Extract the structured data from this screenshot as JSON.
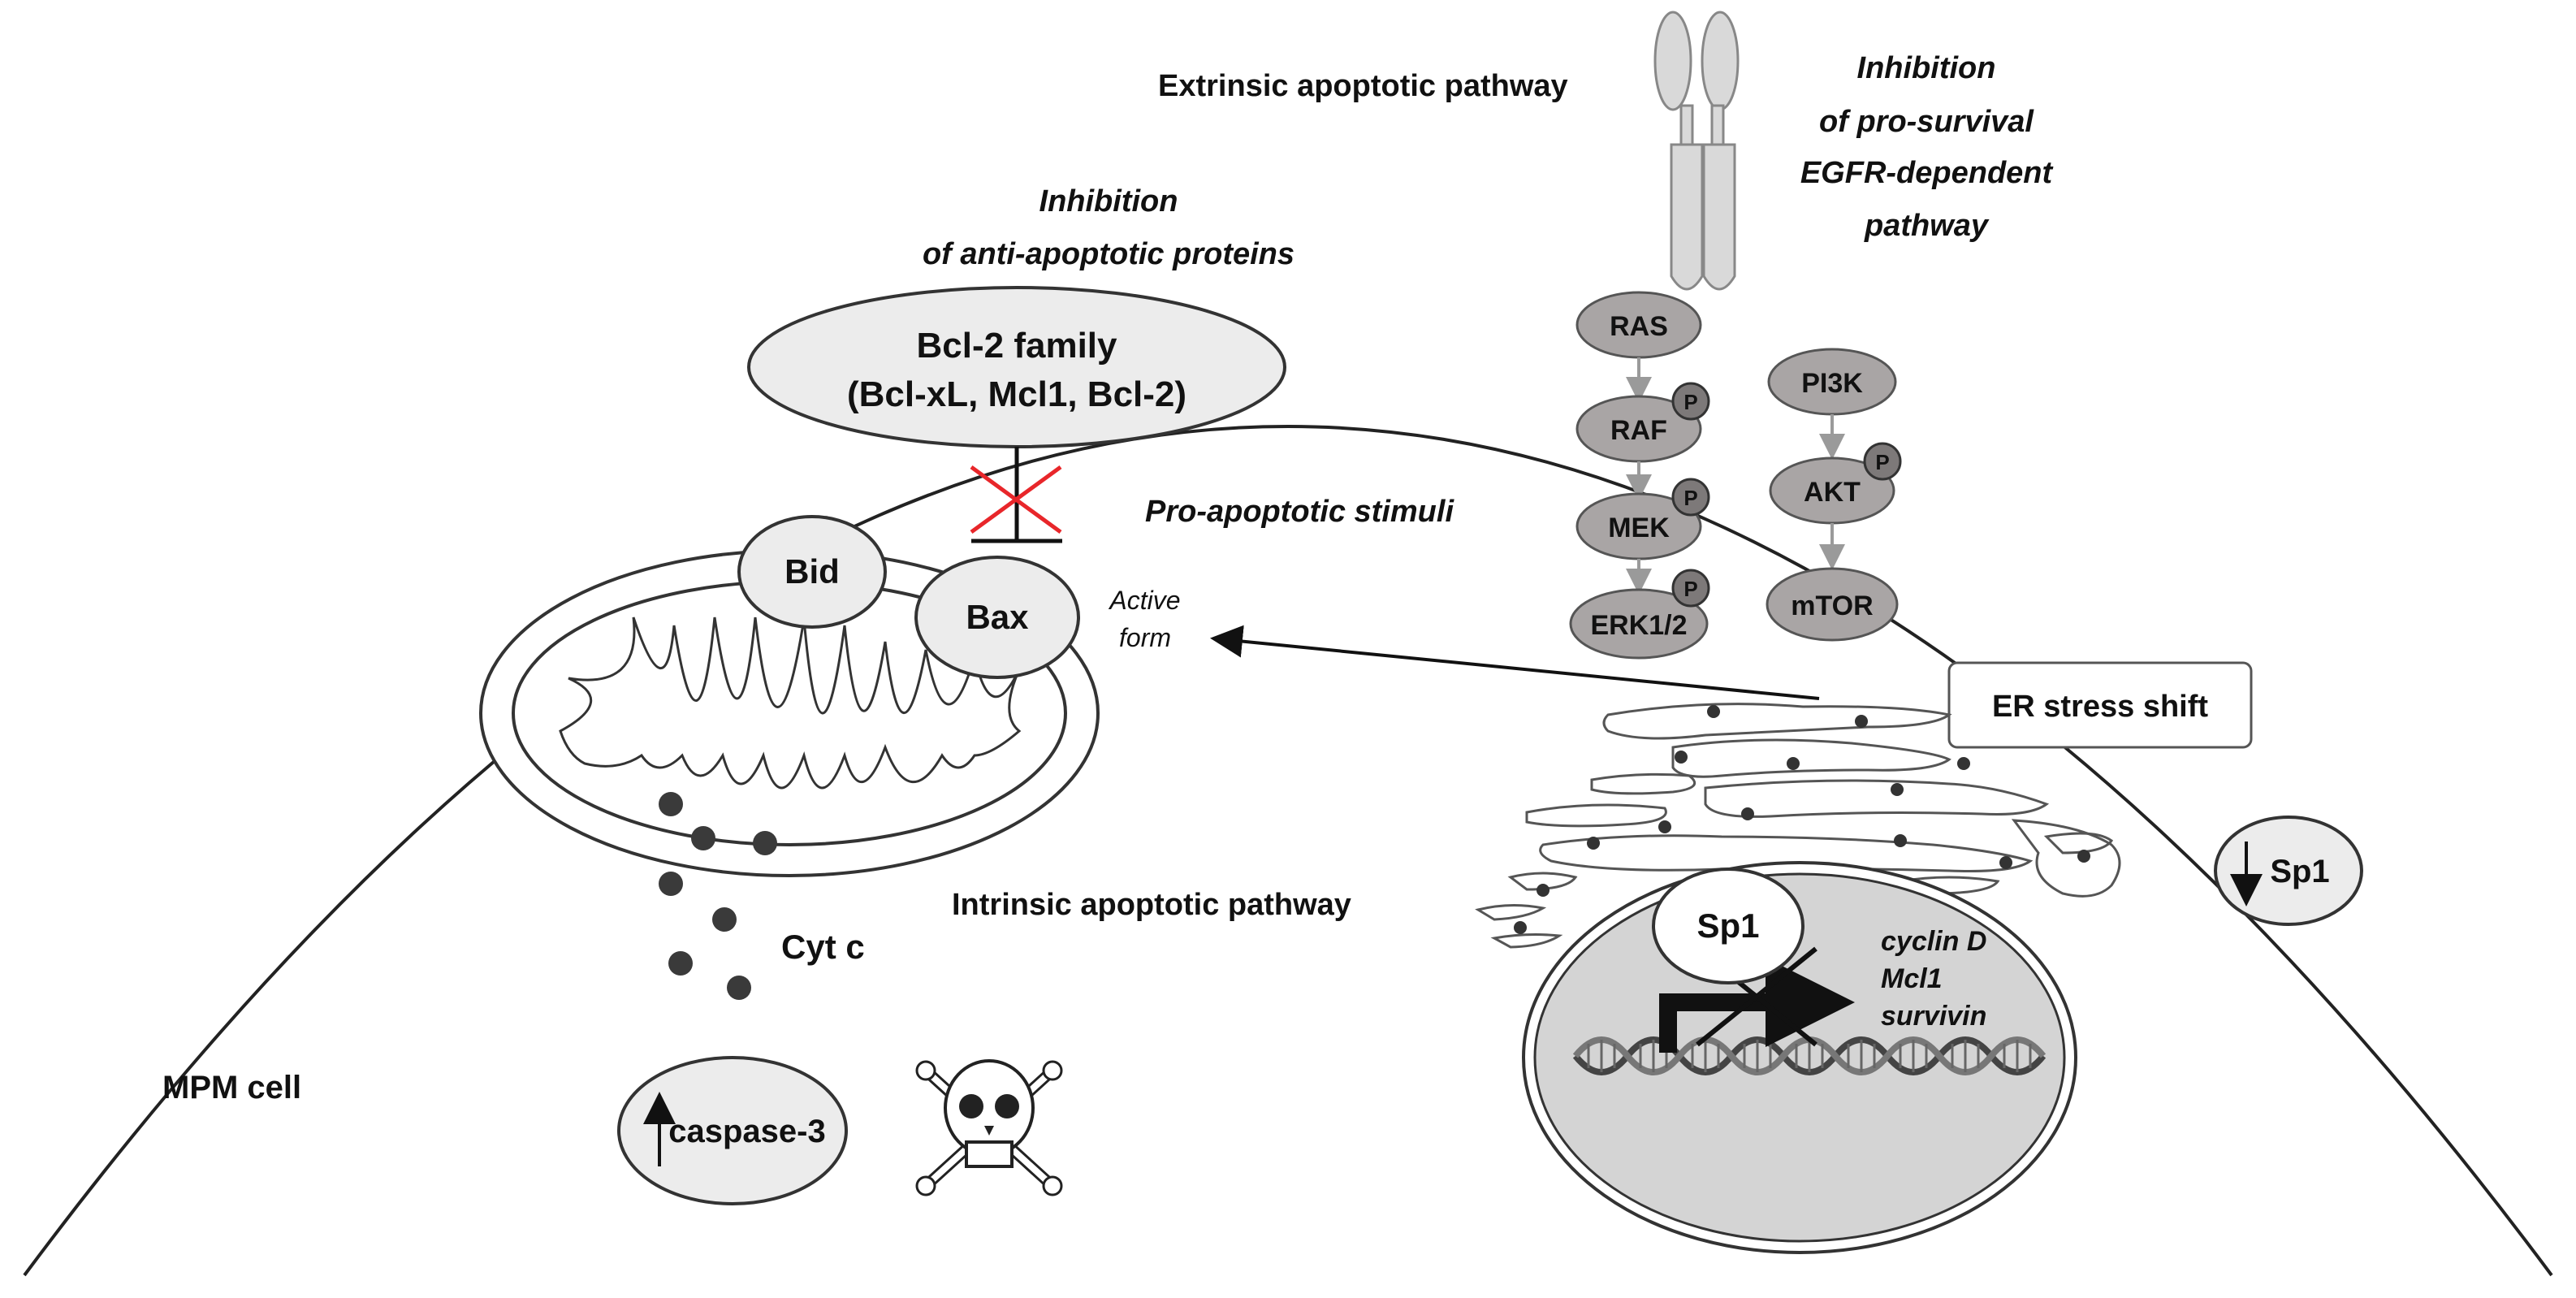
{
  "labels": {
    "extrinsic": "Extrinsic apoptotic pathway",
    "egfr_line1": "Inhibition",
    "egfr_line2": "of pro-survival",
    "egfr_line3": "EGFR-dependent",
    "egfr_line4": "pathway",
    "antiapop_line1": "Inhibition",
    "antiapop_line2": "of anti-apoptotic proteins",
    "bcl2_line1": "Bcl-2 family",
    "bcl2_line2": "(Bcl-xL, Mcl1, Bcl-2)",
    "pro_apoptotic": "Pro-apoptotic stimuli",
    "bid": "Bid",
    "bax": "Bax",
    "active_line1": "Active",
    "active_line2": "form",
    "intrinsic": "Intrinsic apoptotic pathway",
    "cytc": "Cyt c",
    "caspase": "caspase-3",
    "mpm_cell": "MPM cell",
    "er_stress": "ER stress shift",
    "sp1_side": "Sp1",
    "sp1_nucleus": "Sp1",
    "gene1": "cyclin D",
    "gene2": "Mcl1",
    "gene3": "survivin"
  },
  "kinases": {
    "ras": "RAS",
    "raf": "RAF",
    "mek": "MEK",
    "erk": "ERK1/2",
    "pi3k": "PI3K",
    "akt": "AKT",
    "mtor": "mTOR",
    "phospho": "P"
  },
  "colors": {
    "kinase_fill": "#a9a5a5",
    "phospho_fill": "#7d7979",
    "bubble_fill": "#ececec",
    "nucleus_fill": "#d4d4d4",
    "block_cross": "#e8262a",
    "receptor_fill": "#d9d9d9",
    "arrow_gray": "#9a9a9a"
  }
}
